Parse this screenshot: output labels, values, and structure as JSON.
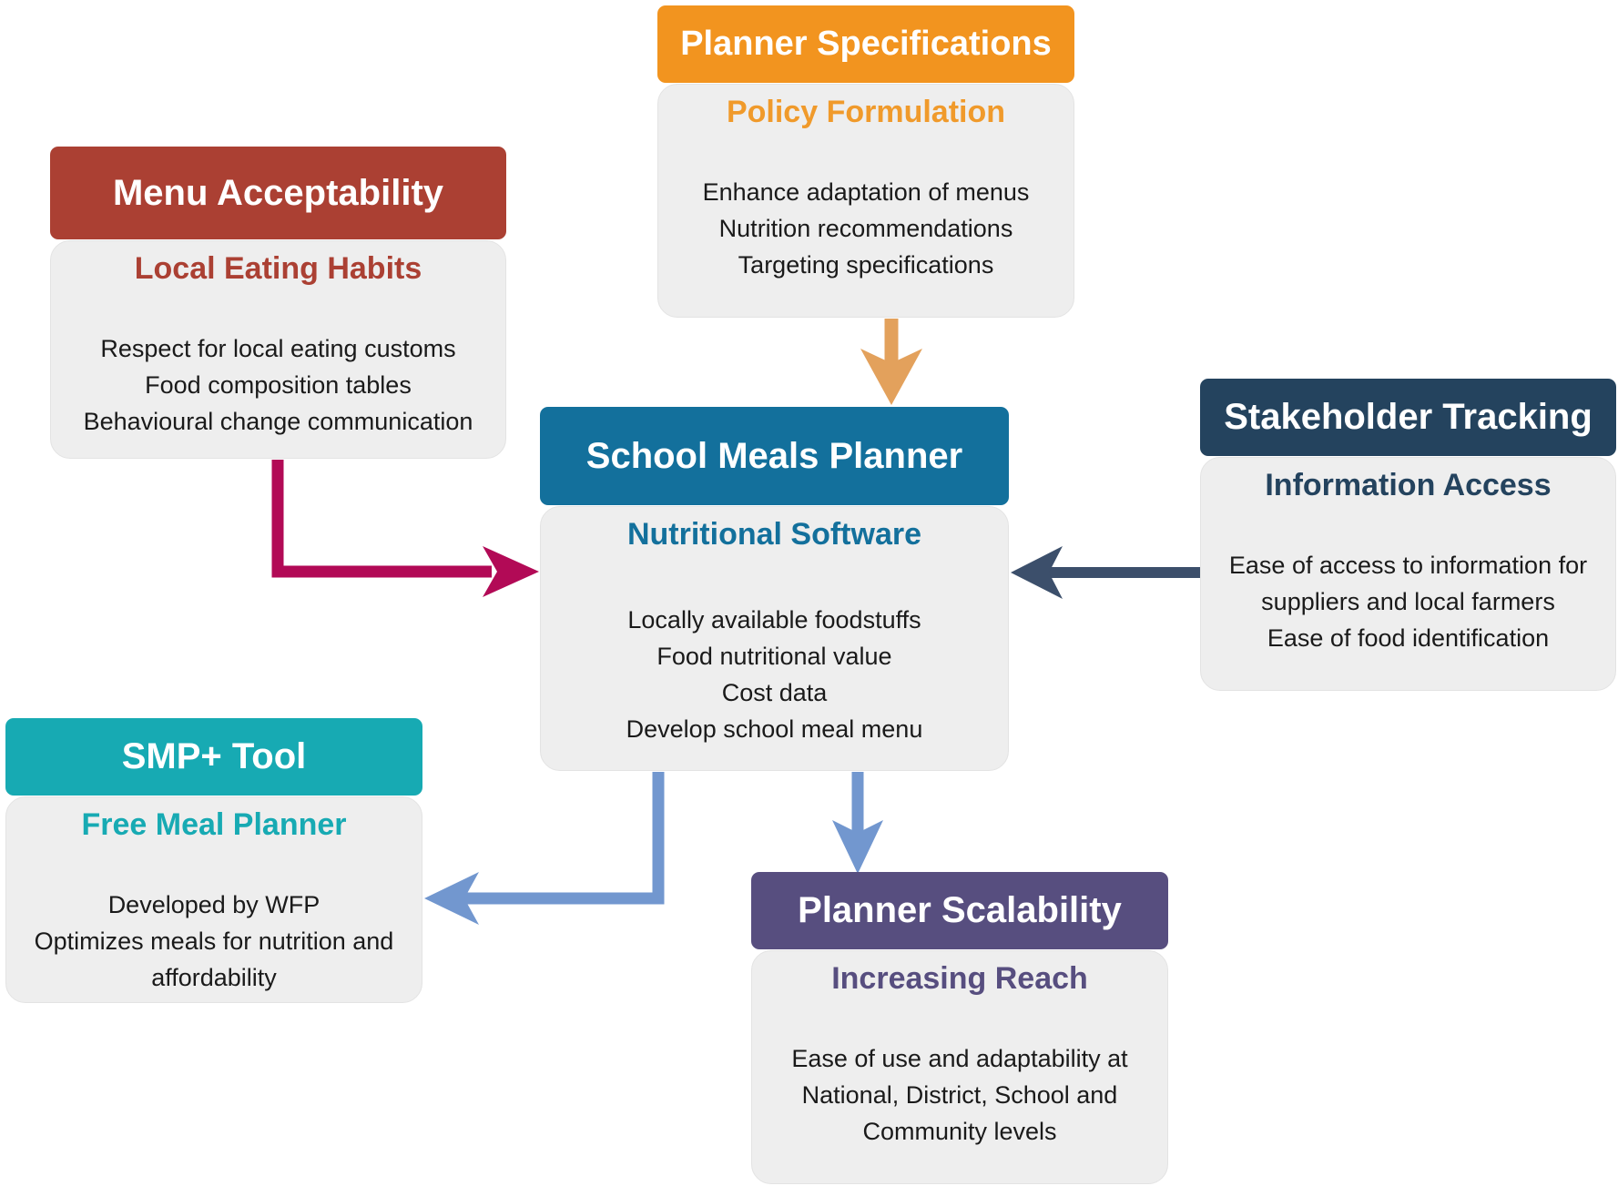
{
  "colors": {
    "menu_acceptability": "#ab4033",
    "planner_specifications": "#f2941f",
    "policy_formulation_text": "#f09a2b",
    "school_meals_planner": "#13709c",
    "stakeholder_tracking": "#24435e",
    "smp_tool": "#17aab3",
    "planner_scalability": "#574e7f",
    "arrow_menu": "#b20a56",
    "arrow_specs": "#e3a15c",
    "arrow_stakeholder": "#3c4f6b",
    "arrow_blue": "#7297cf",
    "body_bg": "#eeeeee"
  },
  "cards": {
    "menu_acceptability": {
      "title": "Menu Acceptability",
      "subtitle": "Local Eating Habits",
      "items": [
        "Respect for local eating customs",
        "Food composition tables",
        "Behavioural change communication"
      ]
    },
    "planner_specifications": {
      "title": "Planner Specifications",
      "subtitle": "Policy Formulation",
      "items": [
        "Enhance adaptation of menus",
        "Nutrition recommendations",
        "Targeting specifications"
      ]
    },
    "school_meals_planner": {
      "title": "School Meals Planner",
      "subtitle": "Nutritional Software",
      "items": [
        "Locally available foodstuffs",
        "Food nutritional value",
        "Cost data",
        "Develop school meal menu"
      ]
    },
    "stakeholder_tracking": {
      "title": "Stakeholder Tracking",
      "subtitle": "Information Access",
      "items": [
        "Ease of access to information for suppliers and local farmers",
        "Ease of food identification"
      ]
    },
    "smp_tool": {
      "title": "SMP+ Tool",
      "subtitle": "Free Meal Planner",
      "items": [
        "Developed by WFP",
        "Optimizes meals for nutrition and affordability"
      ]
    },
    "planner_scalability": {
      "title": "Planner Scalability",
      "subtitle": "Increasing Reach",
      "items": [
        "Ease of use and adaptability at National, District, School and Community levels"
      ]
    }
  },
  "connections": [
    {
      "from": "menu_acceptability",
      "to": "school_meals_planner"
    },
    {
      "from": "planner_specifications",
      "to": "school_meals_planner"
    },
    {
      "from": "stakeholder_tracking",
      "to": "school_meals_planner"
    },
    {
      "from": "school_meals_planner",
      "to": "smp_tool"
    },
    {
      "from": "school_meals_planner",
      "to": "planner_scalability"
    }
  ]
}
